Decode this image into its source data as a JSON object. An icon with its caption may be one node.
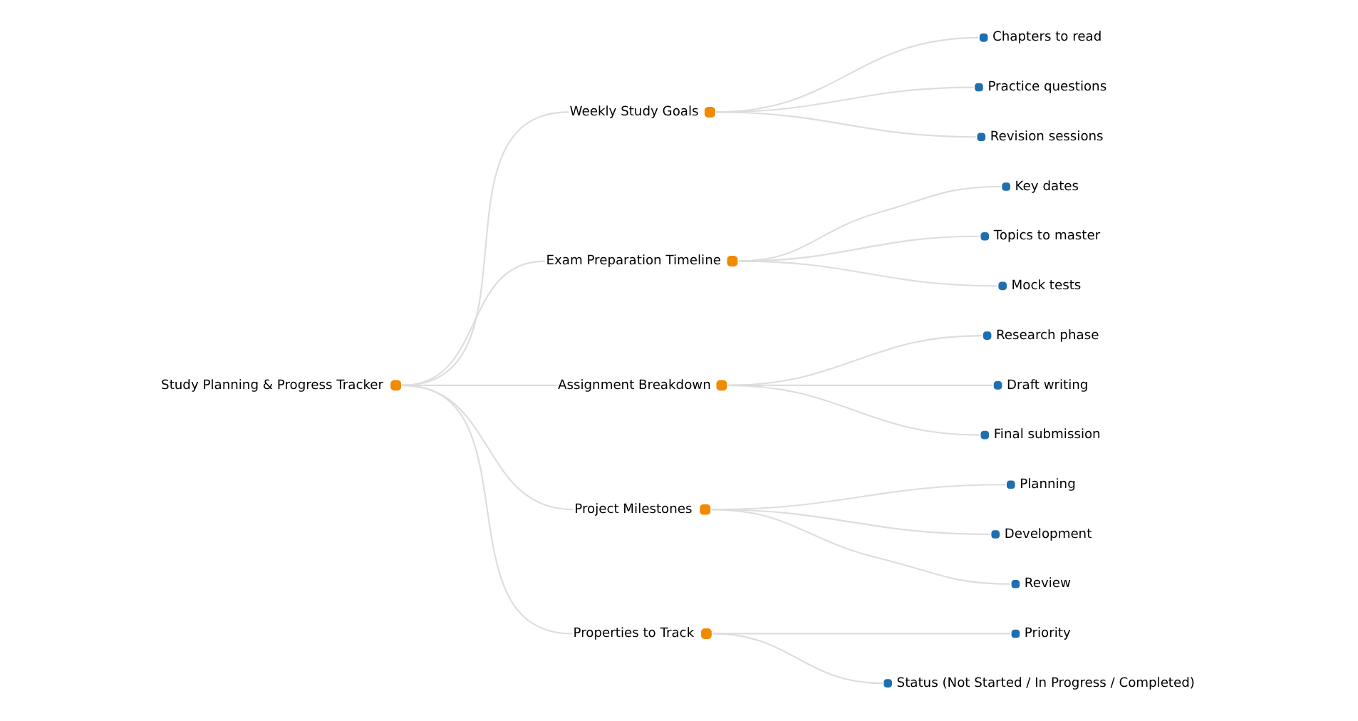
{
  "diagram": {
    "nodes": [
      {
        "text": [
          "Study Planning & Progress Tracker"
        ]
      },
      {
        "text": [
          "Weekly Study Goals"
        ]
      },
      {
        "text": [
          "Chapters to read"
        ]
      },
      {
        "text": [
          "Practice questions"
        ]
      },
      {
        "text": [
          "Revision sessions"
        ]
      },
      {
        "text": [
          "Exam Preparation Timeline"
        ]
      },
      {
        "text": [
          "Key dates"
        ]
      },
      {
        "text": [
          "Topics to master"
        ]
      },
      {
        "text": [
          "Mock tests"
        ]
      },
      {
        "text": [
          "Assignment Breakdown"
        ]
      },
      {
        "text": [
          "Research phase"
        ]
      },
      {
        "text": [
          "Draft writing"
        ]
      },
      {
        "text": [
          "Final submission"
        ]
      },
      {
        "text": [
          "Project Milestones"
        ]
      },
      {
        "text": [
          "Planning"
        ]
      },
      {
        "text": [
          "Development"
        ]
      },
      {
        "text": [
          "Review"
        ]
      },
      {
        "text": [
          "Properties to Track"
        ]
      },
      {
        "text": [
          "Priority"
        ]
      },
      {
        "text": [
          "Status (Not Started / In Progress / Completed)"
        ]
      }
    ],
    "edges": [
      {
        "from": 0,
        "to": 1,
        "arrow": "none"
      },
      {
        "from": 0,
        "to": 5,
        "arrow": "none"
      },
      {
        "from": 0,
        "to": 9,
        "arrow": "none"
      },
      {
        "from": 0,
        "to": 13,
        "arrow": "none"
      },
      {
        "from": 0,
        "to": 17,
        "arrow": "none"
      },
      {
        "from": 1,
        "to": 2,
        "arrow": "none"
      },
      {
        "from": 1,
        "to": 3,
        "arrow": "none"
      },
      {
        "from": 1,
        "to": 4,
        "arrow": "none"
      },
      {
        "from": 5,
        "to": 6,
        "arrow": "none"
      },
      {
        "from": 5,
        "to": 7,
        "arrow": "none"
      },
      {
        "from": 5,
        "to": 8,
        "arrow": "none"
      },
      {
        "from": 9,
        "to": 10,
        "arrow": "none"
      },
      {
        "from": 9,
        "to": 11,
        "arrow": "none"
      },
      {
        "from": 9,
        "to": 12,
        "arrow": "none"
      },
      {
        "from": 13,
        "to": 14,
        "arrow": "none"
      },
      {
        "from": 13,
        "to": 15,
        "arrow": "none"
      },
      {
        "from": 13,
        "to": 16,
        "arrow": "none"
      },
      {
        "from": 17,
        "to": 18,
        "arrow": "none"
      },
      {
        "from": 17,
        "to": 19,
        "arrow": "none"
      }
    ]
  }
}
